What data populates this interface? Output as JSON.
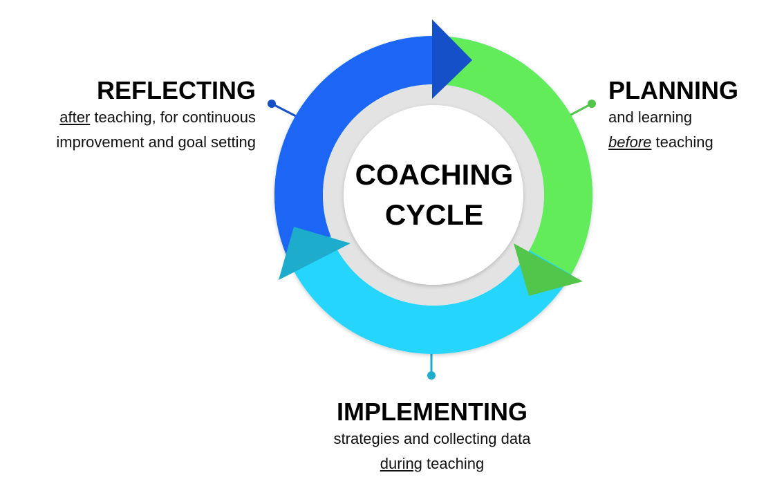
{
  "center": {
    "line1": "COACHING",
    "line2": "CYCLE"
  },
  "stages": {
    "reflecting": {
      "title": "REFLECTING",
      "em": "after",
      "rest1": " teaching, for continuous",
      "line2": "improvement and goal setting"
    },
    "planning": {
      "title": "PLANNING",
      "line1": "and learning",
      "em": "before",
      "rest2": " teaching"
    },
    "implementing": {
      "title": "IMPLEMENTING",
      "line1": "strategies and collecting data",
      "em": "during",
      "rest2": " teaching"
    }
  },
  "colors": {
    "reflecting": "#1b65f5",
    "reflecting_arrow": "#1650c8",
    "planning": "#63ec5a",
    "planning_arrow": "#52c54b",
    "implementing": "#25d5fc",
    "implementing_arrow": "#1eaccc",
    "gray_band": "#e3e3e3"
  }
}
